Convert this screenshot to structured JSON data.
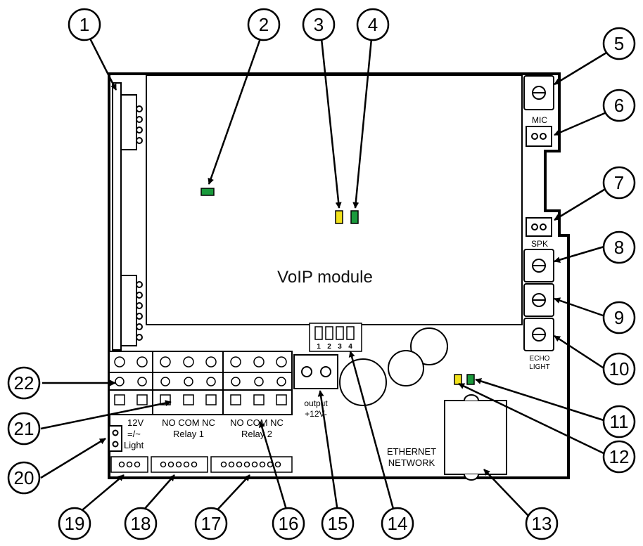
{
  "module_label": "VoIP module",
  "labels": {
    "mic": "MIC",
    "spk": "SPK",
    "echo_line1": "ECHO",
    "echo_line2": "LIGHT",
    "dip_numbers": [
      "1",
      "2",
      "3",
      "4"
    ],
    "output_line1": "output",
    "output_line2": "+12V-",
    "ethernet_line1": "ETHERNET",
    "ethernet_line2": "NETWORK",
    "power_line1": "12V",
    "power_line2": "=/~",
    "power_line3": "Light",
    "relay1_pins": "NO COM NC",
    "relay1_name": "Relay 1",
    "relay2_pins": "NO COM NC",
    "relay2_name": "Relay 2"
  },
  "callouts": [
    "1",
    "2",
    "3",
    "4",
    "5",
    "6",
    "7",
    "8",
    "9",
    "10",
    "11",
    "12",
    "13",
    "14",
    "15",
    "16",
    "17",
    "18",
    "19",
    "20",
    "21",
    "22"
  ],
  "colors": {
    "led_green": "#1a9a3c",
    "led_yellow": "#f2e21b",
    "line": "#000000"
  }
}
